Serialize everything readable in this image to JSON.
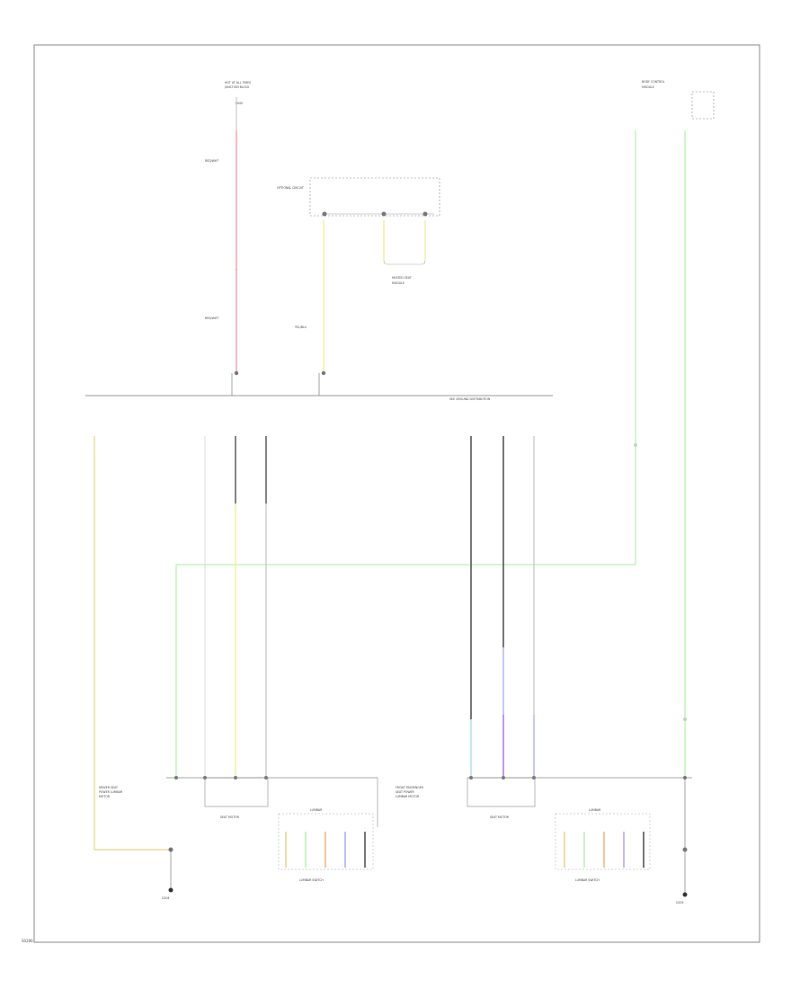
{
  "colors": {
    "red": "#ef9a9a",
    "yellow": "#eeee99",
    "green": "#b9f0b0",
    "gray": "#9a9a9a",
    "light_gray": "#c8c8c8",
    "dark": "#555555",
    "tan": "#e8d18f",
    "orange": "#f3b27a",
    "blue": "#a9a9f5",
    "violet": "#b07cf0",
    "light_blue": "#a7d8e8",
    "frame": "#888888"
  },
  "labels": {
    "top_left_source": [
      "HOT AT ALL TIMES",
      "JUNCTION BLOCK"
    ],
    "top_right_module": [
      "BODY CONTROL",
      "MODULE"
    ],
    "driver_motor": [
      "DRIVER SEAT",
      "POWER LUMBAR",
      "MOTOR"
    ],
    "passenger_motor": [
      "FRONT PASSENGER",
      "SEAT POWER",
      "LUMBAR MOTOR"
    ],
    "left_switch": "LUMBAR SWITCH",
    "right_switch": "LUMBAR SWITCH",
    "left_motor_box": "SEAT MOTOR",
    "right_motor_box": "SEAT MOTOR",
    "bus_label": "SEE GROUND DISTRIBUTION",
    "ground_left": "G204",
    "ground_right": "G205",
    "fuse_box_note": "OPTIONAL CIRCUIT",
    "heated_note": [
      "HEATED SEAT",
      "MODULE"
    ],
    "diagram_code": "S0296"
  }
}
